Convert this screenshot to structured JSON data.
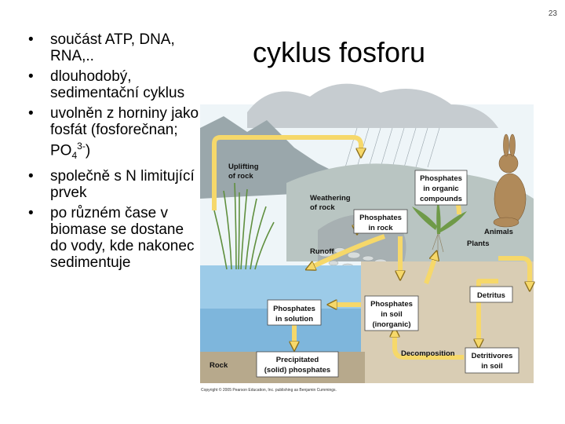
{
  "slide": {
    "page_number": "23",
    "title": "cyklus fosforu",
    "bullets": {
      "b1": "součást ATP, DNA, RNA,..",
      "b2": "dlouhodobý, sedimentační cyklus",
      "b3_pre": "uvolněn z horniny jako fosfát (fosforečnan; PO",
      "b3_sub": "4",
      "b3_sup": "3-",
      "b3_post": ")",
      "b4": "společně s N limitující prvek",
      "b5": "po různém čase v biomase se dostane do vody, kde nakonec sedimentuje"
    }
  },
  "diagram": {
    "labels": {
      "uplifting_1": "Uplifting",
      "uplifting_2": "of rock",
      "weathering_1": "Weathering",
      "weathering_2": "of rock",
      "runoff": "Runoff",
      "rock": "Rock",
      "plants": "Plants",
      "animals": "Animals",
      "decomposition": "Decomposition"
    },
    "boxes": {
      "organic_1": "Phosphates",
      "organic_2": "in organic",
      "organic_3": "compounds",
      "rock_1": "Phosphates",
      "rock_2": "in rock",
      "solution_1": "Phosphates",
      "solution_2": "in solution",
      "soil_1": "Phosphates",
      "soil_2": "in soil",
      "soil_3": "(inorganic)",
      "precip_1": "Precipitated",
      "precip_2": "(solid) phosphates",
      "detritus": "Detritus",
      "detritivores_1": "Detritivores",
      "detritivores_2": "in soil"
    },
    "copyright": "Copyright © 2005 Pearson Education, Inc. publishing as Benjamin Cummings."
  },
  "colors": {
    "arrow_fill": "#f6d86a",
    "arrow_stroke": "#8a6d1a",
    "sky": "#e8f2f6",
    "water": "#8fc4e4",
    "water_deep": "#6aa8d4",
    "rock": "#a9b4b6",
    "soil": "#c9b99b",
    "grass": "#6f9a48",
    "rabbit": "#b08a5a"
  }
}
